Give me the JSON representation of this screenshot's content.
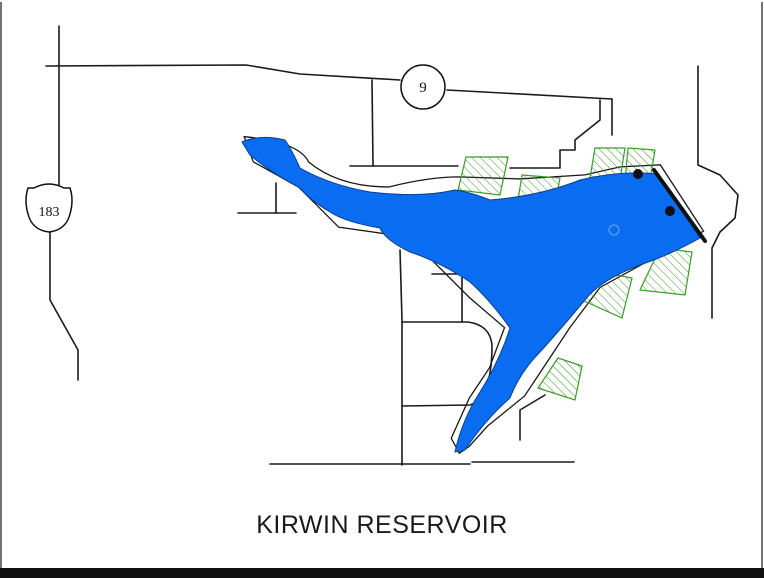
{
  "map": {
    "title": "KIRWIN RESERVOIR",
    "colors": {
      "water": "#0a6cf0",
      "wildlife_area": "#3a9a2a",
      "roads": "#1a1a1a",
      "frame_bar": "#111111"
    },
    "route_markers": {
      "state_route": "9",
      "us_route": "183"
    },
    "icons": {
      "us_route": "us-highway-shield-icon",
      "state_route": "state-route-circle-icon",
      "facility": "dot-marker-icon"
    }
  }
}
